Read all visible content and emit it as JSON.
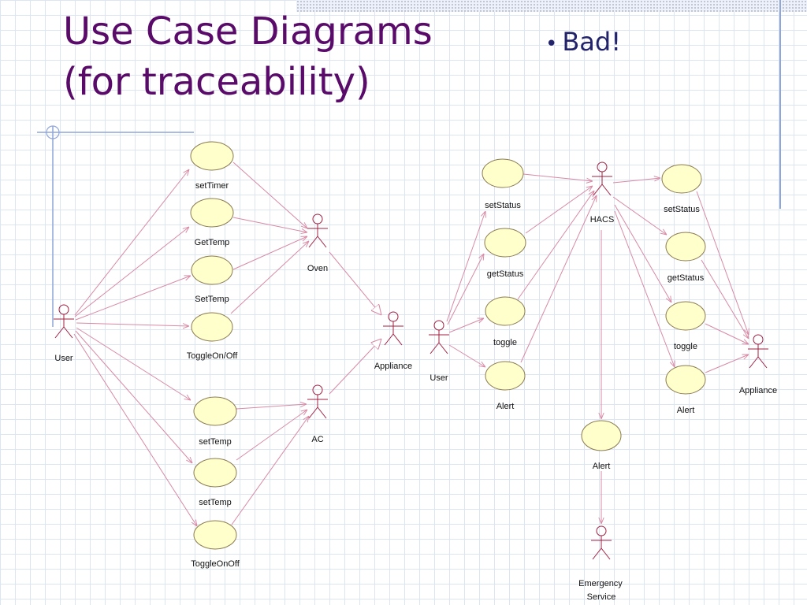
{
  "slide": {
    "title_line1": "Use Case Diagrams",
    "title_line2": "(for traceability)",
    "bullet": "Bad!"
  },
  "colors": {
    "title": "#5a0b6a",
    "bullet": "#22236b",
    "use_case_fill": "#ffffcc",
    "actor_stroke": "#a02040",
    "connector": "#d88aa5",
    "grid": "#dde4f2"
  },
  "diagram_left": {
    "actors": [
      "User",
      "Oven",
      "AC",
      "Appliance"
    ],
    "use_cases": [
      "setTimer",
      "GetTemp",
      "SetTemp",
      "ToggleOn/Off",
      "setTemp",
      "setTemp",
      "ToggleOnOff"
    ]
  },
  "diagram_right": {
    "actors": [
      "User",
      "HACS",
      "Appliance",
      "Emergency",
      "Service"
    ],
    "use_cases": [
      "setStatus",
      "getStatus",
      "toggle",
      "Alert",
      "setStatus",
      "getStatus",
      "toggle",
      "Alert",
      "Alert"
    ]
  }
}
